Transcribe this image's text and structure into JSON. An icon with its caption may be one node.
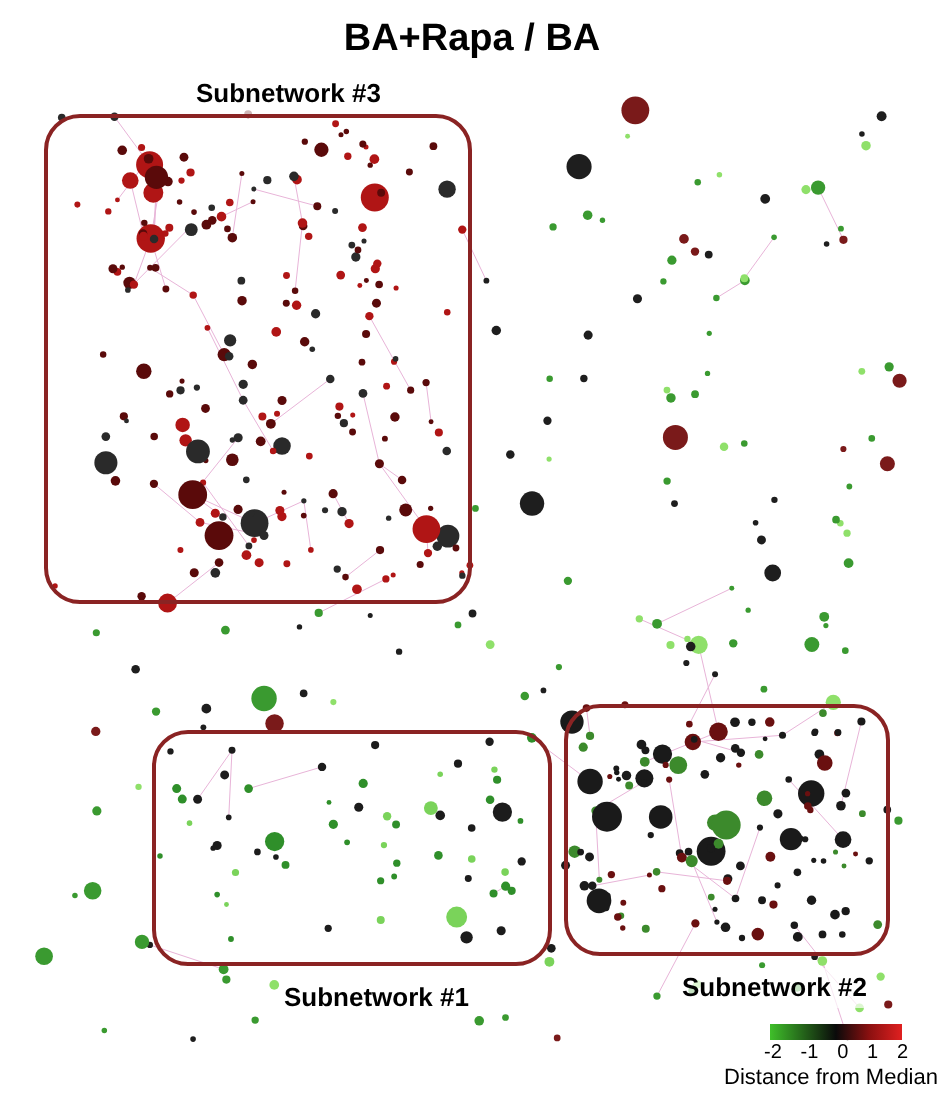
{
  "diagram": {
    "title": "BA+Rapa / BA",
    "nodes": [
      {
        "text": [
          "Subnetwork #3"
        ]
      },
      {
        "text": [
          "Subnetwork #1"
        ]
      },
      {
        "text": [
          "Subnetwork #2"
        ]
      }
    ],
    "labels": [
      "-2",
      "-1",
      "0",
      "1",
      "2",
      "Distance from Median"
    ]
  }
}
